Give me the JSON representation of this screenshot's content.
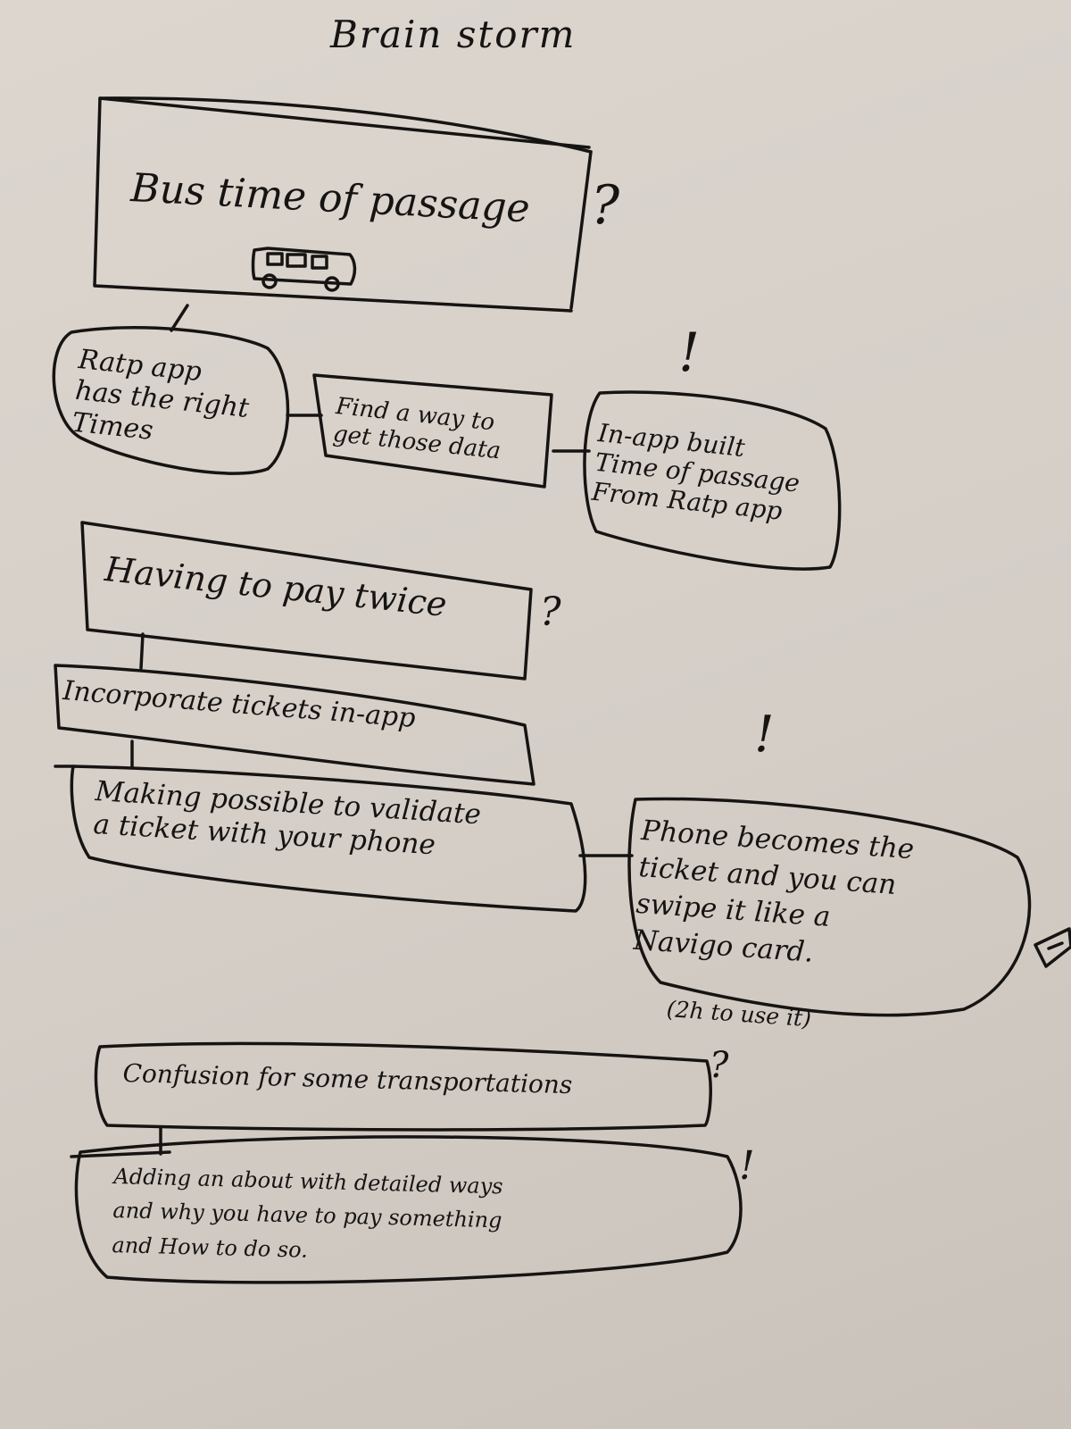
{
  "title": "Brain storm",
  "problems": [
    {
      "text": "Bus time of passage",
      "marker": "?"
    },
    {
      "text": "Having to pay twice",
      "marker": "?"
    },
    {
      "text": "Confusion for some transportations",
      "marker": "?"
    }
  ],
  "ideas": [
    {
      "text": "Ratp app\nhas the right\nTimes"
    },
    {
      "text": "Find a way to\nget those data"
    },
    {
      "text": "In-app built\nTime of passage\nFrom Ratp app",
      "marker": "!"
    },
    {
      "text": "Incorporate tickets in-app"
    },
    {
      "text": "Making possible to validate\na ticket with your phone"
    },
    {
      "text": "Phone becomes the\nticket and you can\nswipe it like a\nNavigo card.",
      "marker": "!"
    },
    {
      "text": "Adding an about with detailed ways\nand why you have to pay something\nand How to do so.",
      "marker": "!"
    }
  ],
  "note": "(2h to use it)",
  "icons": [
    "bus-icon",
    "navigo-card-icon"
  ]
}
